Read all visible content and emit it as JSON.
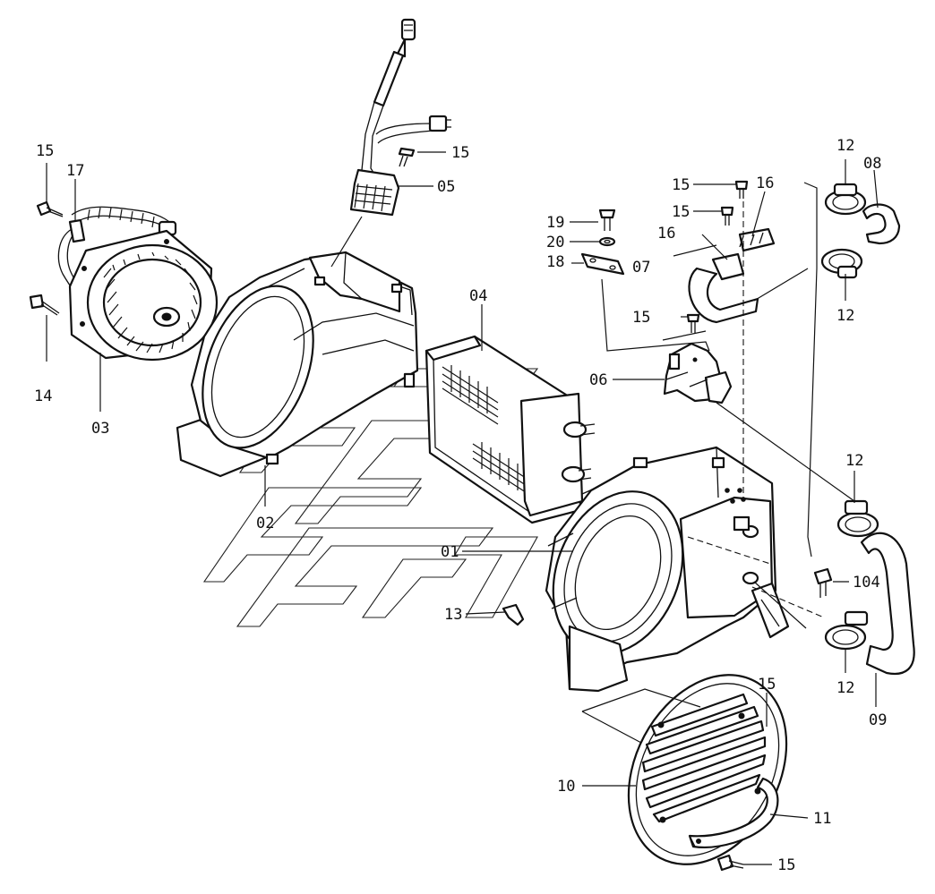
{
  "callouts": {
    "c01": "01",
    "c02": "02",
    "c03": "03",
    "c04": "04",
    "c05": "05",
    "c06": "06",
    "c07": "07",
    "c08": "08",
    "c09": "09",
    "c10": "10",
    "c11": "11",
    "c12a": "12",
    "c12b": "12",
    "c12c": "12",
    "c12d": "12",
    "c13": "13",
    "c14": "14",
    "c15a": "15",
    "c15b": "15",
    "c15c": "15",
    "c15d": "15",
    "c15e": "15",
    "c15f": "15",
    "c15g": "15",
    "c16a": "16",
    "c16b": "16",
    "c17": "17",
    "c18": "18",
    "c19": "19",
    "c20": "20",
    "c104": "104"
  }
}
